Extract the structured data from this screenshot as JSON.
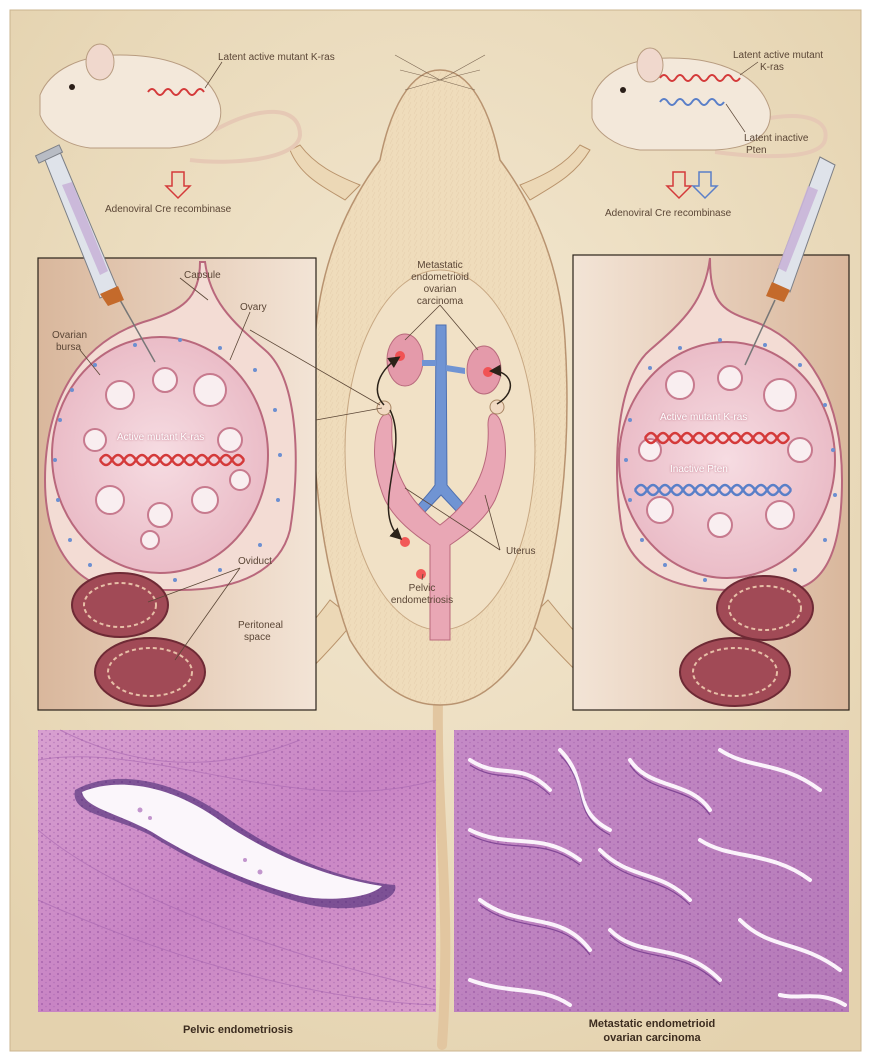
{
  "labels": {
    "left_mouse_gene": "Latent active mutant K-ras",
    "right_mouse_gene_1": "Latent active mutant",
    "right_mouse_gene_2": "K-ras",
    "right_mouse_pten_1": "Latent inactive",
    "right_mouse_pten_2": "Pten",
    "adeno_left": "Adenoviral Cre recombinase",
    "adeno_right": "Adenoviral Cre recombinase",
    "capsule": "Capsule",
    "ovary": "Ovary",
    "ovarian_bursa_1": "Ovarian",
    "ovarian_bursa_2": "bursa",
    "active_kras_left": "Active mutant K-ras",
    "oviduct": "Oviduct",
    "peritoneal_1": "Peritoneal",
    "peritoneal_2": "space",
    "metastatic_1": "Metastatic",
    "metastatic_2": "endometrioid",
    "metastatic_3": "ovarian",
    "metastatic_4": "carcinoma",
    "uterus": "Uterus",
    "pelvic_1": "Pelvic",
    "pelvic_2": "endometriosis",
    "active_kras_right": "Active mutant K-ras",
    "inactive_pten": "Inactive Pten"
  },
  "captions": {
    "left": "Pelvic endometriosis",
    "right_1": "Metastatic endometrioid",
    "right_2": "ovarian carcinoma"
  },
  "colors": {
    "background": "#efe1c4",
    "kras_red": "#d43a3a",
    "pten_blue": "#5a7fc8",
    "tissue_pink": "#e7a6b4",
    "vessel_blue": "#6f8fd0",
    "histology_purple": "#b96fb8"
  }
}
